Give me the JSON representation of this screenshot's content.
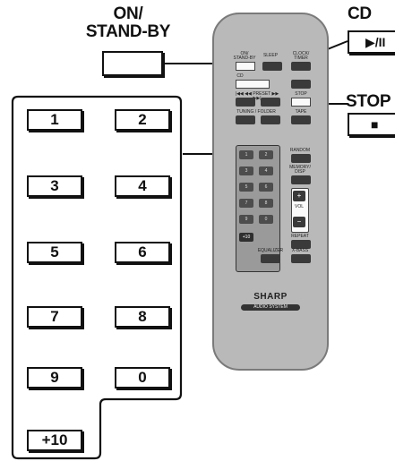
{
  "callouts": {
    "on_standby_line1": "ON/",
    "on_standby_line2": "STAND-BY",
    "cd": "CD",
    "stop": "STOP"
  },
  "keypad": [
    "1",
    "2",
    "3",
    "4",
    "5",
    "6",
    "7",
    "8",
    "9",
    "0",
    "+10"
  ],
  "cd_key_symbol": "▶/II",
  "stop_key_symbol": "■",
  "remote": {
    "brand": "SHARP",
    "subtitle": "AUDIO SYSTEM",
    "labels": {
      "on_standby": "ON/ STAND-BY",
      "sleep": "SLEEP",
      "clock_timer": "CLOCK/ TIMER",
      "cd": "CD",
      "preset": "|◀◀ ◀◀ PRESET ▶▶ ▶▶|",
      "stop": "STOP",
      "tuning_folder": "TUNING / FOLDER",
      "tape": "TAPE",
      "random": "RANDOM",
      "memory_disp": "MEMORY/ DISP",
      "vol": "VOL",
      "repeat": "REPEAT",
      "equalizer": "EQUALIZER",
      "x_bass": "X-BASS"
    },
    "keys": [
      "1",
      "2",
      "3",
      "4",
      "5",
      "6",
      "7",
      "8",
      "9",
      "0",
      "+10"
    ]
  }
}
